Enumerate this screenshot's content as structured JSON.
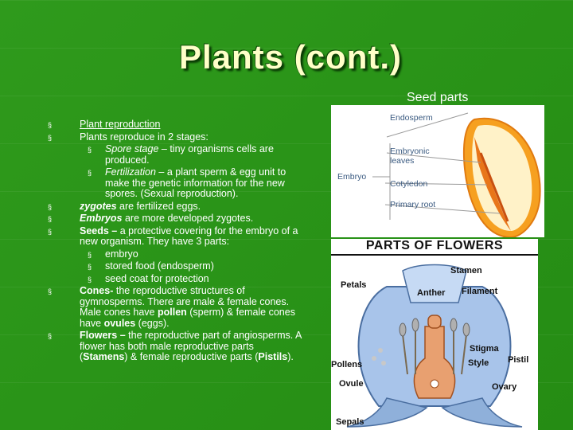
{
  "slide": {
    "title": "Plants (cont.)",
    "seed_caption": "Seed parts"
  },
  "bullets": {
    "b1": "Plant reproduction",
    "b2": "Plants reproduce in 2 stages:",
    "b2_sub1_term": "Spore stage",
    "b2_sub1_rest": " – tiny organisms cells are produced.",
    "b2_sub2_term": "Fertilization",
    "b2_sub2_rest": " – a plant sperm & egg unit to make the genetic information for the new spores. (Sexual reproduction).",
    "b3_term": "zygotes",
    "b3_rest": " are fertilized eggs.",
    "b4_term": "Embryos",
    "b4_rest": " are more developed zygotes.",
    "b5_term": "Seeds –",
    "b5_rest": " a protective covering for the embryo of a new organism. They have 3 parts:",
    "b5_sub1": "embryo",
    "b5_sub2": "stored food (endosperm)",
    "b5_sub3": "seed coat for protection",
    "b6_term": "Cones-",
    "b6_rest1": " the reproductive structures of gymnosperms. There are male & female cones. Male cones have ",
    "b6_pollen": "pollen",
    "b6_rest2": " (sperm) & female cones have ",
    "b6_ovules": "ovules",
    "b6_rest3": " (eggs).",
    "b7_term": "Flowers –",
    "b7_rest1": " the reproductive part of angiosperms. A flower has both male reproductive parts (",
    "b7_stamens": "Stamens",
    "b7_rest2": ") & female reproductive parts (",
    "b7_pistils": "Pistils",
    "b7_rest3": ")."
  },
  "seed_diagram": {
    "endosperm": "Endosperm",
    "embryonic_leaves": "Embryonic leaves",
    "cotyledon": "Cotyledon",
    "primary_root": "Primary root",
    "embryo": "Embryo"
  },
  "flower_diagram": {
    "heading": "PARTS OF FLOWERS",
    "petals": "Petals",
    "stamen": "Stamen",
    "anther": "Anther",
    "filament": "Filament",
    "stigma": "Stigma",
    "style": "Style",
    "pistil": "Pistil",
    "pollens": "Pollens",
    "ovule": "Ovule",
    "ovary": "Ovary",
    "sepals": "Sepals"
  },
  "colors": {
    "background": "#2a9418",
    "title": "#ffffc8",
    "text": "#ffffff"
  }
}
